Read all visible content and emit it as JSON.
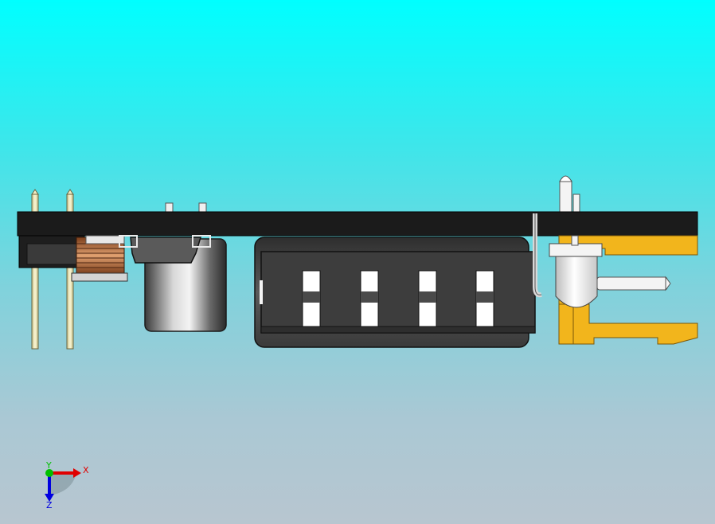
{
  "view": {
    "background_top": "#00ffff",
    "background_bottom": "#b8c6d0"
  },
  "components": [
    {
      "name": "pcb-board",
      "color": "#1b1b1b"
    },
    {
      "name": "pin-header",
      "color": "#ece6b4"
    },
    {
      "name": "power-inductor",
      "color": "#a0622f"
    },
    {
      "name": "electrolytic-capacitor",
      "color": "#8c8c8c"
    },
    {
      "name": "battery-holder",
      "color": "#4a4a4a"
    },
    {
      "name": "led",
      "color": "#f2f2f2"
    },
    {
      "name": "right-angle-bracket",
      "color": "#f2b51c"
    }
  ],
  "triad": {
    "x_label": "X",
    "y_label": "Y",
    "z_label": "Z",
    "x_color": "#e00000",
    "y_color": "#00c000",
    "z_color": "#0000e0"
  }
}
